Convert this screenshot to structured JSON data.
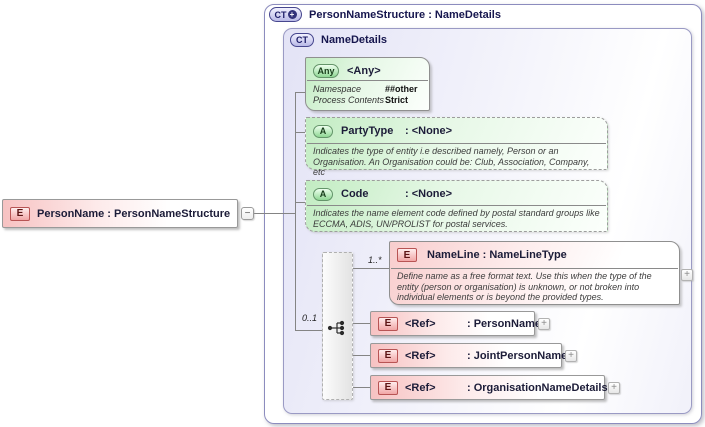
{
  "ui": {
    "expand": "+",
    "collapse": "−"
  },
  "root_element": {
    "badge": "E",
    "title": "PersonName : PersonNameStructure"
  },
  "outer_type": {
    "badge": "CT",
    "plus": "+",
    "title": "PersonNameStructure : NameDetails"
  },
  "inner_type": {
    "badge": "CT",
    "title": "NameDetails"
  },
  "any_box": {
    "badge": "Any",
    "title": "<Any>",
    "rows": [
      {
        "label": "Namespace",
        "value": "##other"
      },
      {
        "label": "Process Contents",
        "value": "Strict"
      }
    ]
  },
  "attributes": [
    {
      "badge": "A",
      "name": "PartyType",
      "type": ": <None>",
      "doc": "Indicates the type of entity i.e described namely, Person or an Organisation. An Organisation could be: Club, Association, Company, etc"
    },
    {
      "badge": "A",
      "name": "Code",
      "type": ": <None>",
      "doc": "Indicates the name element code defined by postal standard groups like ECCMA, ADIS, UN/PROLIST for postal services."
    }
  ],
  "choice_group": {
    "occurs": "0..1"
  },
  "name_line": {
    "badge": "E",
    "title": "NameLine : NameLineType",
    "occurs": "1..*",
    "doc": "Define name as a free format text. Use this when the type of the entity (person or organisation) is unknown, or not broken into individual elements or is beyond the provided types."
  },
  "refs": [
    {
      "badge": "E",
      "name": "<Ref>",
      "type": ": PersonName"
    },
    {
      "badge": "E",
      "name": "<Ref>",
      "type": ": JointPersonName"
    },
    {
      "badge": "E",
      "name": "<Ref>",
      "type": ": OrganisationNameDetails"
    }
  ],
  "colors": {
    "container_fill": "#dcdcf4",
    "container_border": "#8c8cbe",
    "attribute_green": "#c2ecc2",
    "element_pink": "#f7c2c2",
    "badge_red_border": "#b85454",
    "line": "#848484"
  }
}
